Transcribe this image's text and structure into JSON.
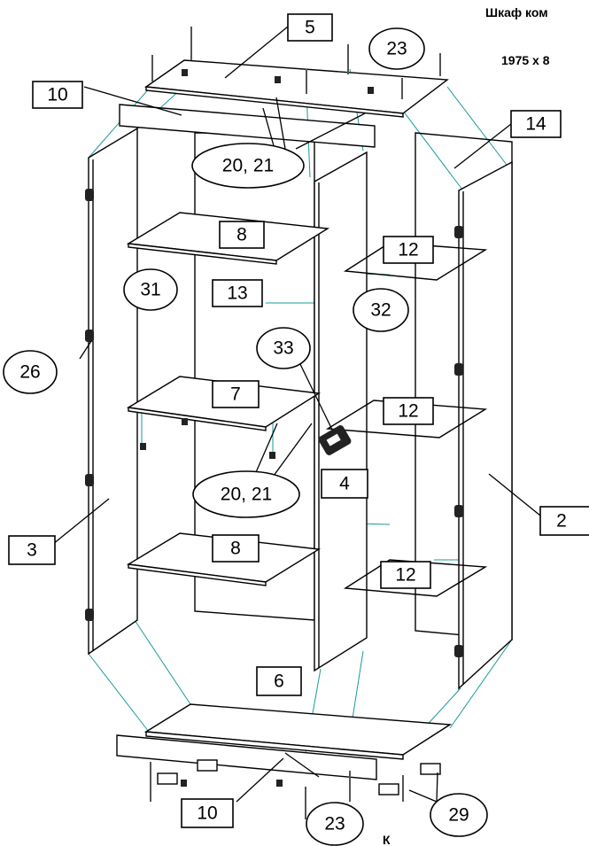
{
  "header": {
    "title_fragment": "Шкаф ком",
    "size_fragment": "1975 x 8",
    "footer_fragment": "К"
  },
  "labels": [
    {
      "id": "label-5",
      "text": "5",
      "shape": "box"
    },
    {
      "id": "label-23-top",
      "text": "23",
      "shape": "ellipse"
    },
    {
      "id": "label-10-top",
      "text": "10",
      "shape": "box"
    },
    {
      "id": "label-14",
      "text": "14",
      "shape": "box"
    },
    {
      "id": "label-20-21-top",
      "text": "20, 21",
      "shape": "ellipse"
    },
    {
      "id": "label-8-top",
      "text": "8",
      "shape": "box"
    },
    {
      "id": "label-12-top",
      "text": "12",
      "shape": "box"
    },
    {
      "id": "label-31",
      "text": "31",
      "shape": "ellipse"
    },
    {
      "id": "label-13",
      "text": "13",
      "shape": "box"
    },
    {
      "id": "label-32",
      "text": "32",
      "shape": "ellipse"
    },
    {
      "id": "label-33",
      "text": "33",
      "shape": "ellipse"
    },
    {
      "id": "label-26",
      "text": "26",
      "shape": "ellipse"
    },
    {
      "id": "label-7",
      "text": "7",
      "shape": "box"
    },
    {
      "id": "label-12-mid",
      "text": "12",
      "shape": "box"
    },
    {
      "id": "label-4",
      "text": "4",
      "shape": "box"
    },
    {
      "id": "label-20-21-mid",
      "text": "20, 21",
      "shape": "ellipse"
    },
    {
      "id": "label-2",
      "text": "2",
      "shape": "box"
    },
    {
      "id": "label-3",
      "text": "3",
      "shape": "box"
    },
    {
      "id": "label-8-bottom",
      "text": "8",
      "shape": "box"
    },
    {
      "id": "label-12-bottom",
      "text": "12",
      "shape": "box"
    },
    {
      "id": "label-6",
      "text": "6",
      "shape": "box"
    },
    {
      "id": "label-10-bottom",
      "text": "10",
      "shape": "box"
    },
    {
      "id": "label-29",
      "text": "29",
      "shape": "ellipse"
    },
    {
      "id": "label-23-bottom",
      "text": "23",
      "shape": "ellipse"
    }
  ]
}
